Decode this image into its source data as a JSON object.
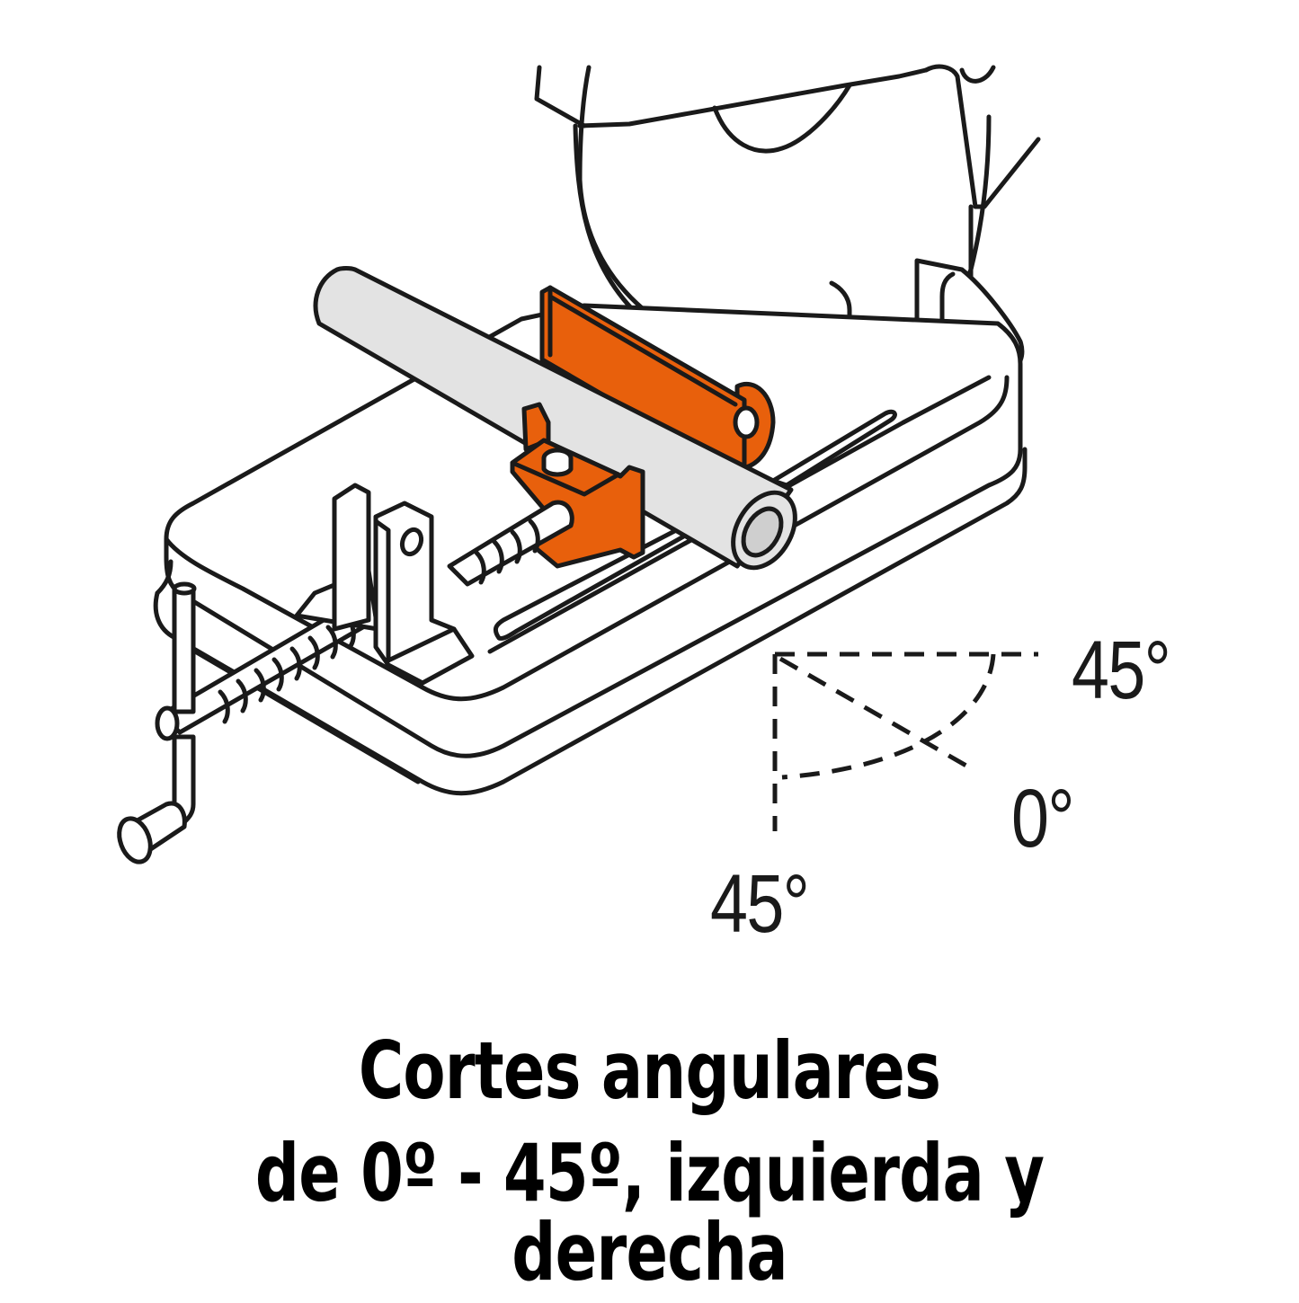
{
  "illustration": {
    "subject": "cut-off saw base with vise clamping a pipe",
    "colors": {
      "outline": "#1a1a1a",
      "vise_jaw": "#e8600c",
      "pipe": "#e3e3e3",
      "pipe_inner": "#cfcfcf",
      "background": "#ffffff"
    }
  },
  "angle_diagram": {
    "labels": {
      "top_right": "45°",
      "middle": "0°",
      "bottom": "45°"
    }
  },
  "caption": {
    "line1": "Cortes angulares",
    "line2": "de 0º - 45º, izquierda y derecha"
  }
}
